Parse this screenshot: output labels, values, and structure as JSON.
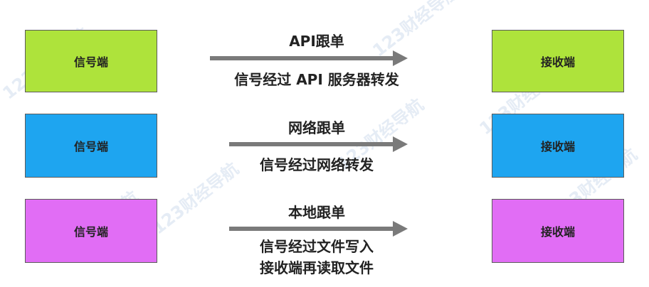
{
  "colors": {
    "row1": "#aee33b",
    "row2": "#1ea5f0",
    "row3": "#e16df5",
    "arrow": "#7a7a7a"
  },
  "rows": [
    {
      "left_label": "信号端",
      "right_label": "接收端",
      "top_label": "API跟单",
      "bottom_lines": [
        "信号经过 API 服务器转发"
      ]
    },
    {
      "left_label": "信号端",
      "right_label": "接收端",
      "top_label": "网络跟单",
      "bottom_lines": [
        "信号经过网络转发"
      ]
    },
    {
      "left_label": "信号端",
      "right_label": "接收端",
      "top_label": "本地跟单",
      "bottom_lines": [
        "信号经过文件写入",
        "接收端再读取文件"
      ]
    }
  ],
  "watermark": "123财经导航"
}
